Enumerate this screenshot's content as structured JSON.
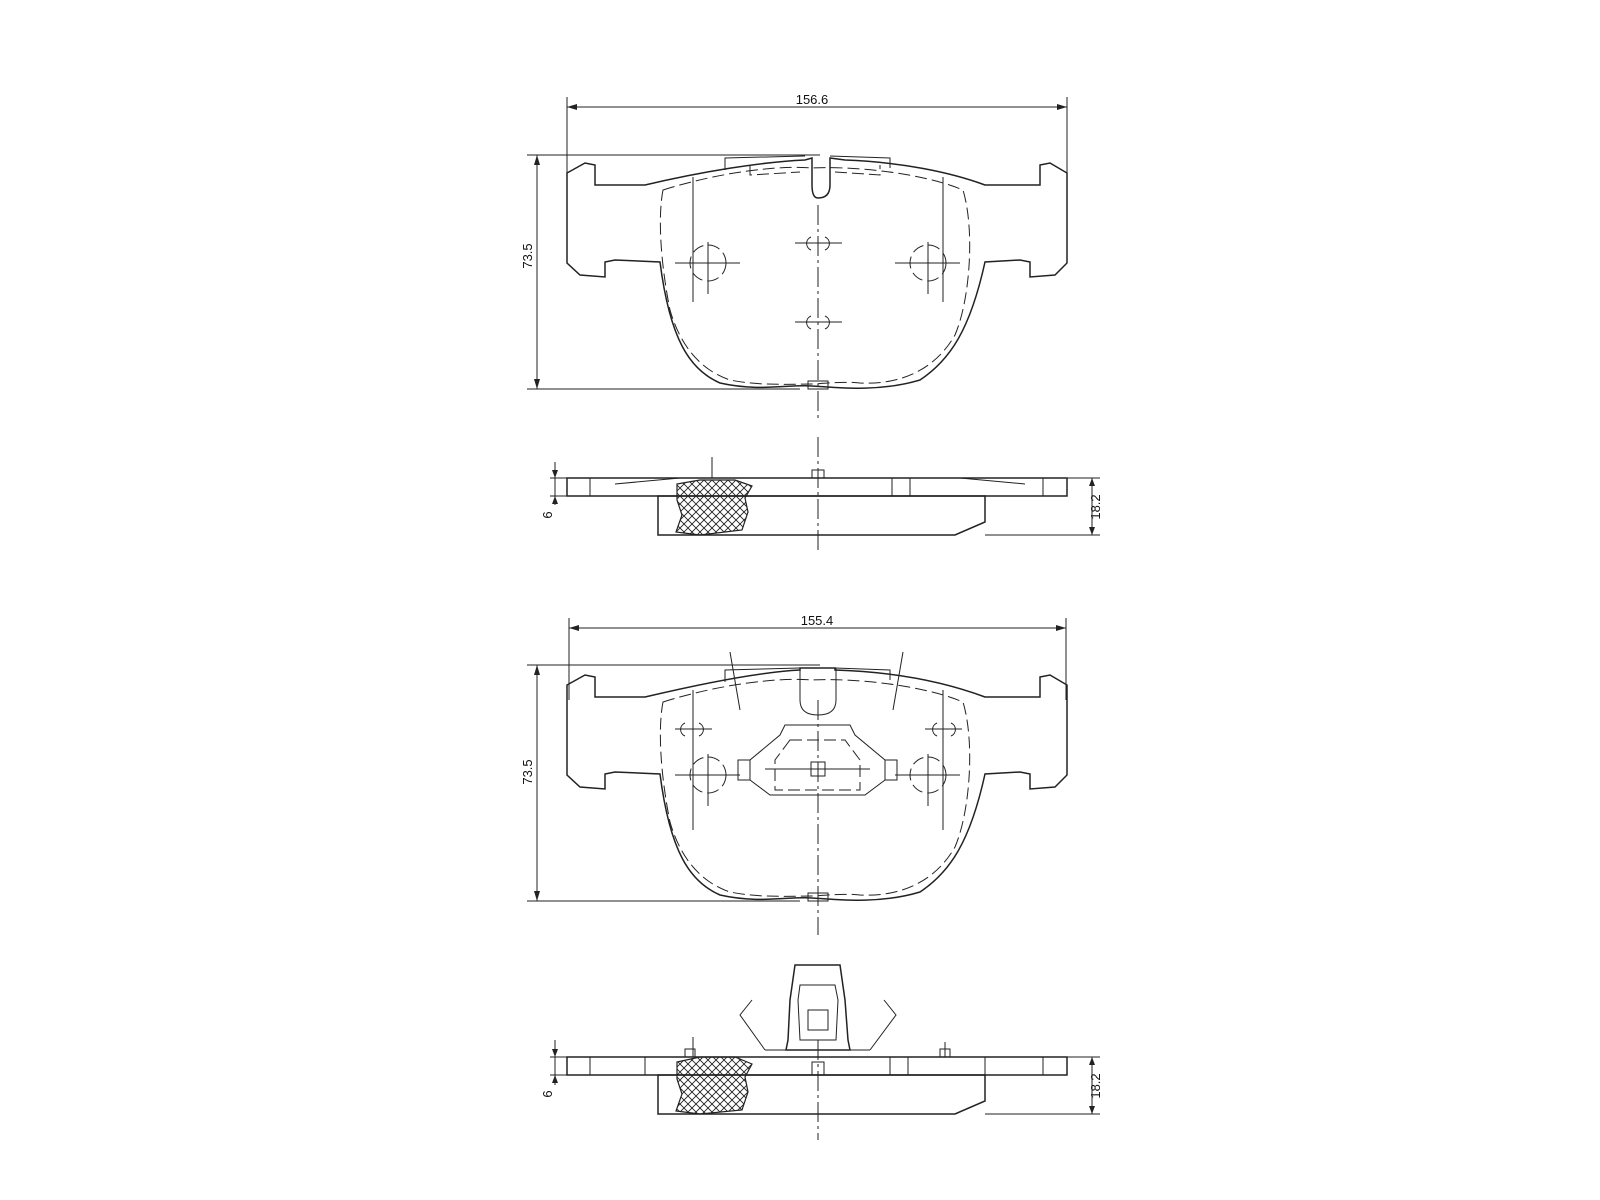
{
  "views": {
    "pad1_front": {
      "width_label": "156.6",
      "height_label": "73.5"
    },
    "pad1_side": {
      "thickness_label": "18.2",
      "backplate_label": "6"
    },
    "pad2_front": {
      "width_label": "155.4",
      "height_label": "73.5"
    },
    "pad2_side": {
      "thickness_label": "18.2",
      "backplate_label": "6"
    }
  }
}
